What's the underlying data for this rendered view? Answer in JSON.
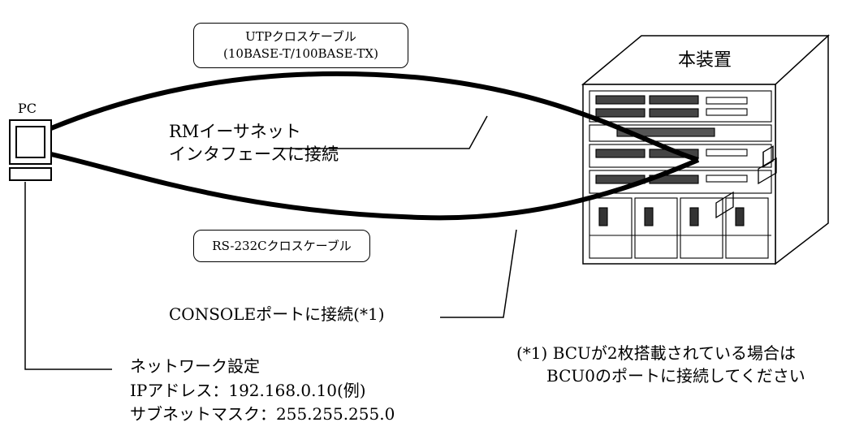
{
  "pc": {
    "label": "PC"
  },
  "device": {
    "label": "本装置"
  },
  "utp_cable": {
    "line1": "UTPクロスケーブル",
    "line2": "(10BASE-T/100BASE-TX)"
  },
  "rm_interface": {
    "line1": "RMイーサネット",
    "line2": "インタフェースに接続"
  },
  "rs232_cable": {
    "label": "RS-232Cクロスケーブル"
  },
  "console_port": {
    "label": "CONSOLEポートに接続(*1)"
  },
  "footnote": {
    "line1": "(*1) BCUが2枚搭載されている場合は",
    "line2": "BCU0のポートに接続してください"
  },
  "network_settings": {
    "title": "ネットワーク設定",
    "ip": "IPアドレス：192.168.0.10(例)",
    "subnet": "サブネットマスク：255.255.255.0"
  }
}
